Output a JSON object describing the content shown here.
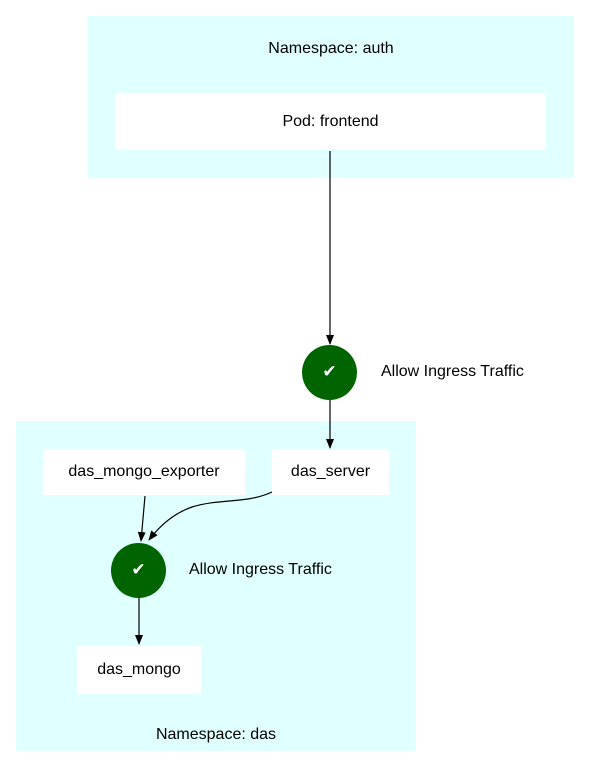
{
  "diagram": {
    "namespaces": {
      "auth": {
        "label": "Namespace: auth"
      },
      "das": {
        "label": "Namespace: das"
      }
    },
    "pods": {
      "frontend": {
        "label": "Pod: frontend"
      },
      "das_mongo_exporter": {
        "label": "das_mongo_exporter"
      },
      "das_server": {
        "label": "das_server"
      },
      "das_mongo": {
        "label": "das_mongo"
      }
    },
    "policies": {
      "ingress_das_server": {
        "label": "Allow Ingress Traffic",
        "icon": "check-icon",
        "glyph": "✔",
        "color": "#006400"
      },
      "ingress_das_mongo": {
        "label": "Allow Ingress Traffic",
        "icon": "check-icon",
        "glyph": "✔",
        "color": "#006400"
      }
    },
    "colors": {
      "namespace_fill": "#e0ffff",
      "pod_fill": "#ffffff",
      "edge": "#000000"
    }
  }
}
